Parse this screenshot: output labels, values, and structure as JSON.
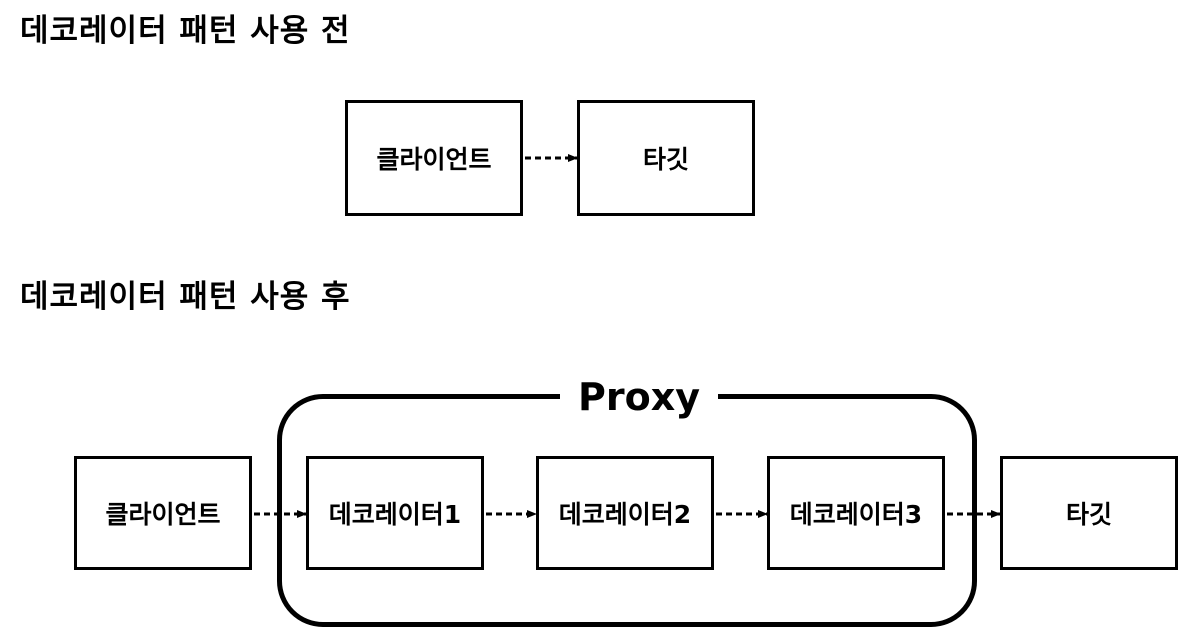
{
  "before": {
    "heading": "데코레이터 패턴 사용 전",
    "client_label": "클라이언트",
    "target_label": "타깃"
  },
  "after": {
    "heading": "데코레이터 패턴 사용 후",
    "proxy_label": "Proxy",
    "client_label": "클라이언트",
    "decorators": [
      "데코레이터1",
      "데코레이터2",
      "데코레이터3"
    ],
    "target_label": "타깃"
  },
  "colors": {
    "stroke": "#000000",
    "background": "#ffffff"
  }
}
